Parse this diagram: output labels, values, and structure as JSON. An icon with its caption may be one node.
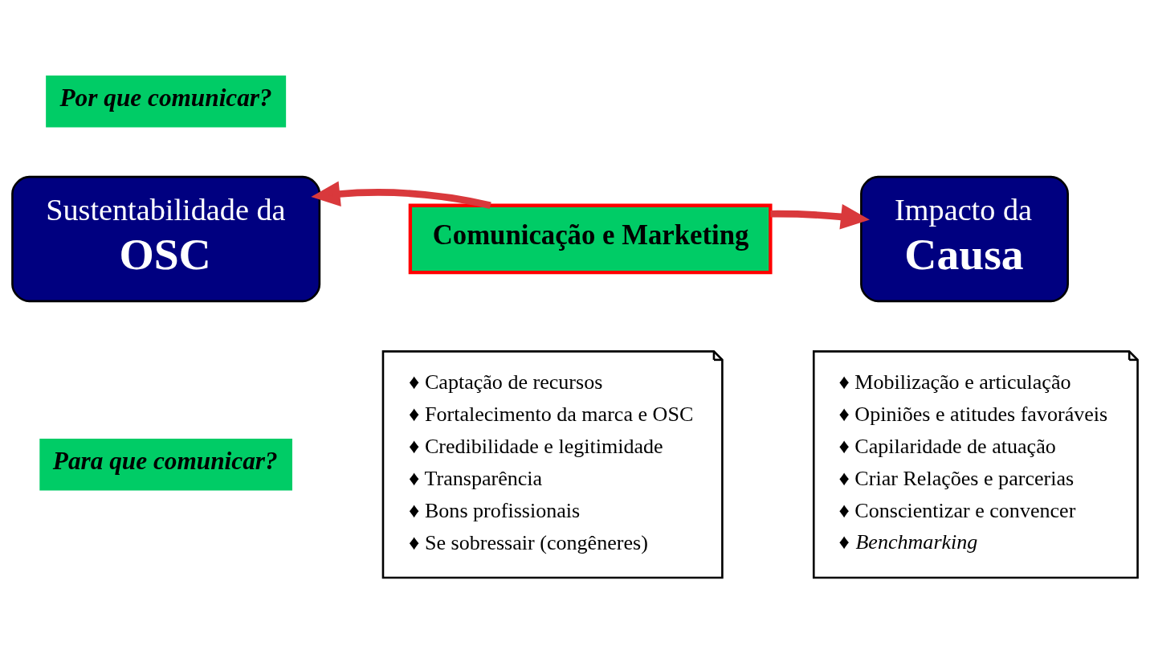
{
  "diagram": {
    "nodes": [
      {
        "text": [
          "Por que comunicar?"
        ]
      },
      {
        "text": [
          "Sustentabilidade da",
          "OSC"
        ]
      },
      {
        "text": [
          "Comunicação e Marketing"
        ]
      },
      {
        "text": [
          "Impacto da",
          "Causa"
        ]
      },
      {
        "text": [
          "Para que comunicar?"
        ]
      },
      {
        "text": [
          "♦ Captação de recursos",
          "♦ Fortalecimento da marca e OSC",
          "♦ Credibilidade e legitimidade",
          "♦ Transparência",
          "♦ Bons profissionais",
          "♦ Se sobressair (congêneres)"
        ]
      },
      {
        "text": [
          "♦ Mobilização e articulação",
          "♦ Opiniões e atitudes favoráveis",
          "♦ Capilaridade de atuação",
          "♦ Criar Relações e parcerias",
          "♦ Conscientizar e convencer",
          "♦ *Benchmarking*"
        ]
      }
    ],
    "edges": [
      {
        "from": 2,
        "to": 1,
        "arrow": "to",
        "color": "#d9393c"
      },
      {
        "from": 2,
        "to": 3,
        "arrow": "to",
        "color": "#d9393c"
      }
    ]
  }
}
